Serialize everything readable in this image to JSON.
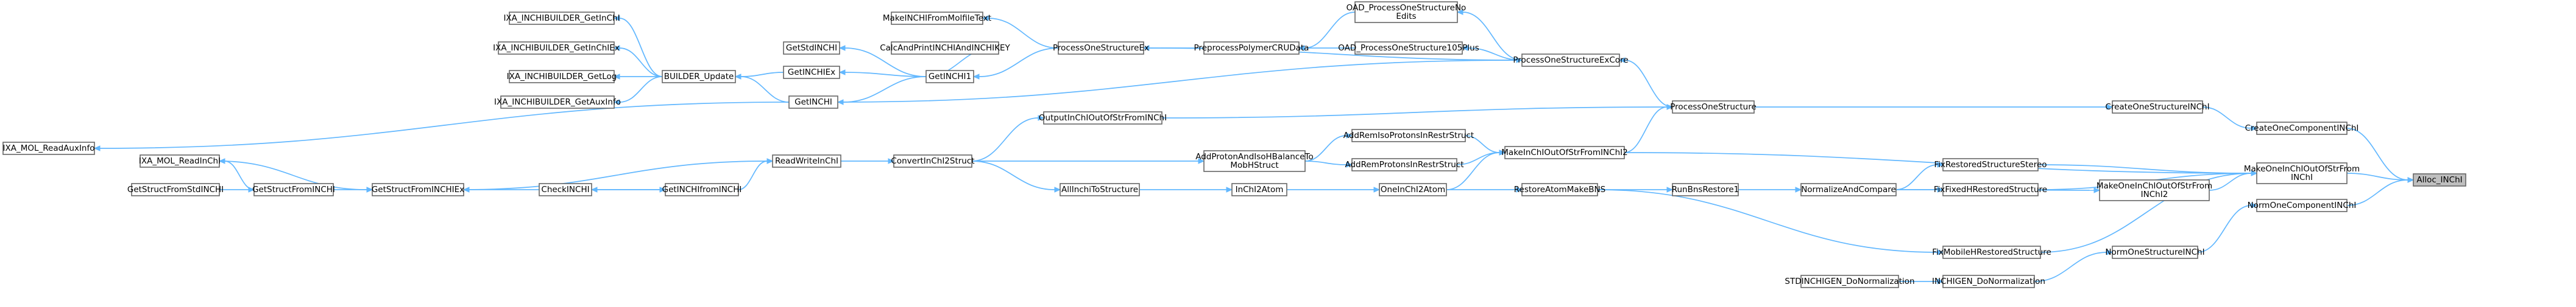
{
  "graph": {
    "root": "Alloc_INChI",
    "colors": {
      "edge": "#63b8ff",
      "node_border": "#666666",
      "node_fill": "#ffffff",
      "root_fill": "#bfbfbf"
    },
    "nodes": [
      {
        "id": "Alloc_INChI",
        "label": [
          "Alloc_INChI"
        ]
      },
      {
        "id": "CreateOneComponentINChI",
        "label": [
          "CreateOneComponentINChI"
        ]
      },
      {
        "id": "MakeOneInChIOutOfStrFromINChI",
        "label": [
          "MakeOneInChIOutOfStrFrom",
          "INChI"
        ]
      },
      {
        "id": "NormOneComponentINChI",
        "label": [
          "NormOneComponentINChI"
        ]
      },
      {
        "id": "CreateOneStructureINChI",
        "label": [
          "CreateOneStructureINChI"
        ]
      },
      {
        "id": "FixRestoredStructureStereo",
        "label": [
          "FixRestoredStructureStereo"
        ]
      },
      {
        "id": "FixFixedHRestoredStructure",
        "label": [
          "FixFixedHRestoredStructure"
        ]
      },
      {
        "id": "FixMobileHRestoredStructure",
        "label": [
          "FixMobileHRestoredStructure"
        ]
      },
      {
        "id": "MakeOneInChIOutOfStrFromINChI2",
        "label": [
          "MakeOneInChIOutOfStrFrom",
          "INChI2"
        ]
      },
      {
        "id": "NormOneStructureINChI",
        "label": [
          "NormOneStructureINChI"
        ]
      },
      {
        "id": "NormalizeAndCompare",
        "label": [
          "NormalizeAndCompare"
        ]
      },
      {
        "id": "INCHIGEN_DoNormalization",
        "label": [
          "INCHIGEN_DoNormalization"
        ]
      },
      {
        "id": "STDINCHIGEN_DoNormalization",
        "label": [
          "STDINCHIGEN_DoNormalization"
        ]
      },
      {
        "id": "RunBnsRestore1",
        "label": [
          "RunBnsRestore1"
        ]
      },
      {
        "id": "RestoreAtomMakeBNS",
        "label": [
          "RestoreAtomMakeBNS"
        ]
      },
      {
        "id": "ProcessOneStructure",
        "label": [
          "ProcessOneStructure"
        ]
      },
      {
        "id": "ProcessOneStructureExCore",
        "label": [
          "ProcessOneStructureExCore"
        ]
      },
      {
        "id": "OAD_ProcessOneStructureNoEdits",
        "label": [
          "OAD_ProcessOneStructureNo",
          "Edits"
        ]
      },
      {
        "id": "OAD_ProcessOneStructure105Plus",
        "label": [
          "OAD_ProcessOneStructure105Plus"
        ]
      },
      {
        "id": "PreprocessPolymerCRUData",
        "label": [
          "PreprocessPolymerCRUData"
        ]
      },
      {
        "id": "ProcessOneStructureEx",
        "label": [
          "ProcessOneStructureEx"
        ]
      },
      {
        "id": "MakeINCHIFromMolfileText",
        "label": [
          "MakeINCHIFromMolfileText"
        ]
      },
      {
        "id": "GetINCHI1",
        "label": [
          "GetINCHI1"
        ]
      },
      {
        "id": "CalcAndPrintINCHIAndINCHIKEY",
        "label": [
          "CalcAndPrintINCHIAndINCHIKEY"
        ]
      },
      {
        "id": "GetINCHIEx",
        "label": [
          "GetINCHIEx"
        ]
      },
      {
        "id": "GetStdINCHI",
        "label": [
          "GetStdINCHI"
        ]
      },
      {
        "id": "GetINCHI",
        "label": [
          "GetINCHI"
        ]
      },
      {
        "id": "BUILDER_Update",
        "label": [
          "BUILDER_Update"
        ]
      },
      {
        "id": "IXA_INCHIBUILDER_GetInChI",
        "label": [
          "IXA_INCHIBUILDER_GetInChI"
        ]
      },
      {
        "id": "IXA_INCHIBUILDER_GetInChIEx",
        "label": [
          "IXA_INCHIBUILDER_GetInChIEx"
        ]
      },
      {
        "id": "IXA_INCHIBUILDER_GetLog",
        "label": [
          "IXA_INCHIBUILDER_GetLog"
        ]
      },
      {
        "id": "IXA_INCHIBUILDER_GetAuxInfo",
        "label": [
          "IXA_INCHIBUILDER_GetAuxInfo"
        ]
      },
      {
        "id": "IXA_MOL_ReadAuxInfo",
        "label": [
          "IXA_MOL_ReadAuxInfo"
        ]
      },
      {
        "id": "OutputInChIOutOfStrFromINChI",
        "label": [
          "OutputInChIOutOfStrFromINChI"
        ]
      },
      {
        "id": "MakeInChIOutOfStrFromINChI2",
        "label": [
          "MakeInChIOutOfStrFromINChI2"
        ]
      },
      {
        "id": "AddRemIsoProtonsInRestrStruct",
        "label": [
          "AddRemIsoProtonsInRestrStruct"
        ]
      },
      {
        "id": "AddRemProtonsInRestrStruct",
        "label": [
          "AddRemProtonsInRestrStruct"
        ]
      },
      {
        "id": "AddProtonAndIsoHBalanceToMobHStruct",
        "label": [
          "AddProtonAndIsoHBalanceTo",
          "MobHStruct"
        ]
      },
      {
        "id": "ConvertInChI2Struct",
        "label": [
          "ConvertInChI2Struct"
        ]
      },
      {
        "id": "OneInChI2Atom",
        "label": [
          "OneInChI2Atom"
        ]
      },
      {
        "id": "InChI2Atom",
        "label": [
          "InChI2Atom"
        ]
      },
      {
        "id": "AllInchiToStructure",
        "label": [
          "AllInchiToStructure"
        ]
      },
      {
        "id": "ReadWriteInChI",
        "label": [
          "ReadWriteInChI"
        ]
      },
      {
        "id": "GetINCHIfromINCHI",
        "label": [
          "GetINCHIfromINCHI"
        ]
      },
      {
        "id": "GetStructFromINCHIEx",
        "label": [
          "GetStructFromINCHIEx"
        ]
      },
      {
        "id": "CheckINCHI",
        "label": [
          "CheckINCHI"
        ]
      },
      {
        "id": "GetStructFromINCHI",
        "label": [
          "GetStructFromINCHI"
        ]
      },
      {
        "id": "IXA_MOL_ReadInChI",
        "label": [
          "IXA_MOL_ReadInChI"
        ]
      },
      {
        "id": "GetStructFromStdINCHI",
        "label": [
          "GetStructFromStdINCHI"
        ]
      }
    ],
    "edges": [
      [
        "CreateOneComponentINChI",
        "Alloc_INChI"
      ],
      [
        "MakeOneInChIOutOfStrFromINChI",
        "Alloc_INChI"
      ],
      [
        "NormOneComponentINChI",
        "Alloc_INChI"
      ],
      [
        "CreateOneStructureINChI",
        "CreateOneComponentINChI"
      ],
      [
        "ProcessOneStructure",
        "CreateOneStructureINChI"
      ],
      [
        "FixRestoredStructureStereo",
        "MakeOneInChIOutOfStrFromINChI"
      ],
      [
        "FixFixedHRestoredStructure",
        "MakeOneInChIOutOfStrFromINChI"
      ],
      [
        "FixMobileHRestoredStructure",
        "MakeOneInChIOutOfStrFromINChI"
      ],
      [
        "MakeOneInChIOutOfStrFromINChI2",
        "MakeOneInChIOutOfStrFromINChI"
      ],
      [
        "MakeInChIOutOfStrFromINChI2",
        "MakeOneInChIOutOfStrFromINChI"
      ],
      [
        "NormOneStructureINChI",
        "NormOneComponentINChI"
      ],
      [
        "INCHIGEN_DoNormalization",
        "NormOneStructureINChI"
      ],
      [
        "STDINCHIGEN_DoNormalization",
        "INCHIGEN_DoNormalization"
      ],
      [
        "NormalizeAndCompare",
        "FixRestoredStructureStereo"
      ],
      [
        "NormalizeAndCompare",
        "FixFixedHRestoredStructure"
      ],
      [
        "NormalizeAndCompare",
        "MakeOneInChIOutOfStrFromINChI2"
      ],
      [
        "RestoreAtomMakeBNS",
        "FixMobileHRestoredStructure"
      ],
      [
        "RunBnsRestore1",
        "NormalizeAndCompare"
      ],
      [
        "RestoreAtomMakeBNS",
        "RunBnsRestore1"
      ],
      [
        "OneInChI2Atom",
        "RestoreAtomMakeBNS"
      ],
      [
        "InChI2Atom",
        "OneInChI2Atom"
      ],
      [
        "AllInchiToStructure",
        "InChI2Atom"
      ],
      [
        "ConvertInChI2Struct",
        "AllInchiToStructure"
      ],
      [
        "OneInChI2Atom",
        "MakeInChIOutOfStrFromINChI2"
      ],
      [
        "AddRemIsoProtonsInRestrStruct",
        "MakeInChIOutOfStrFromINChI2"
      ],
      [
        "AddRemProtonsInRestrStruct",
        "MakeInChIOutOfStrFromINChI2"
      ],
      [
        "AddProtonAndIsoHBalanceToMobHStruct",
        "AddRemIsoProtonsInRestrStruct"
      ],
      [
        "AddProtonAndIsoHBalanceToMobHStruct",
        "AddRemProtonsInRestrStruct"
      ],
      [
        "ConvertInChI2Struct",
        "AddProtonAndIsoHBalanceToMobHStruct"
      ],
      [
        "MakeInChIOutOfStrFromINChI2",
        "ProcessOneStructure"
      ],
      [
        "ProcessOneStructure",
        "ProcessOneStructureExCore"
      ],
      [
        "OutputInChIOutOfStrFromINChI",
        "ProcessOneStructure"
      ],
      [
        "ConvertInChI2Struct",
        "OutputInChIOutOfStrFromINChI"
      ],
      [
        "ProcessOneStructureExCore",
        "OAD_ProcessOneStructureNoEdits"
      ],
      [
        "ProcessOneStructureExCore",
        "OAD_ProcessOneStructure105Plus"
      ],
      [
        "ProcessOneStructureExCore",
        "ProcessOneStructureEx"
      ],
      [
        "GetINCHI",
        "ProcessOneStructureExCore"
      ],
      [
        "OAD_ProcessOneStructureNoEdits",
        "PreprocessPolymerCRUData"
      ],
      [
        "OAD_ProcessOneStructure105Plus",
        "PreprocessPolymerCRUData"
      ],
      [
        "PreprocessPolymerCRUData",
        "ProcessOneStructureEx"
      ],
      [
        "ProcessOneStructureEx",
        "MakeINCHIFromMolfileText"
      ],
      [
        "ProcessOneStructureEx",
        "GetINCHI1"
      ],
      [
        "GetINCHI1",
        "CalcAndPrintINCHIAndINCHIKEY"
      ],
      [
        "GetINCHI1",
        "GetINCHIEx"
      ],
      [
        "GetINCHI1",
        "GetStdINCHI"
      ],
      [
        "GetINCHI1",
        "GetINCHI"
      ],
      [
        "GetINCHIEx",
        "BUILDER_Update"
      ],
      [
        "GetINCHI",
        "BUILDER_Update"
      ],
      [
        "GetINCHI",
        "IXA_MOL_ReadAuxInfo"
      ],
      [
        "BUILDER_Update",
        "IXA_INCHIBUILDER_GetInChI"
      ],
      [
        "BUILDER_Update",
        "IXA_INCHIBUILDER_GetInChIEx"
      ],
      [
        "BUILDER_Update",
        "IXA_INCHIBUILDER_GetLog"
      ],
      [
        "BUILDER_Update",
        "IXA_INCHIBUILDER_GetAuxInfo"
      ],
      [
        "ReadWriteInChI",
        "ConvertInChI2Struct"
      ],
      [
        "GetINCHIfromINCHI",
        "ReadWriteInChI"
      ],
      [
        "GetStructFromINCHIEx",
        "ReadWriteInChI"
      ],
      [
        "CheckINCHI",
        "GetINCHIfromINCHI"
      ],
      [
        "GetINCHIfromINCHI",
        "CheckINCHI"
      ],
      [
        "CheckINCHI",
        "GetStructFromINCHIEx"
      ],
      [
        "GetStructFromINCHI",
        "GetStructFromINCHIEx"
      ],
      [
        "IXA_MOL_ReadInChI",
        "GetStructFromINCHIEx"
      ],
      [
        "GetStructFromINCHI",
        "IXA_MOL_ReadInChI"
      ],
      [
        "GetStructFromStdINCHI",
        "GetStructFromINCHI"
      ]
    ]
  }
}
